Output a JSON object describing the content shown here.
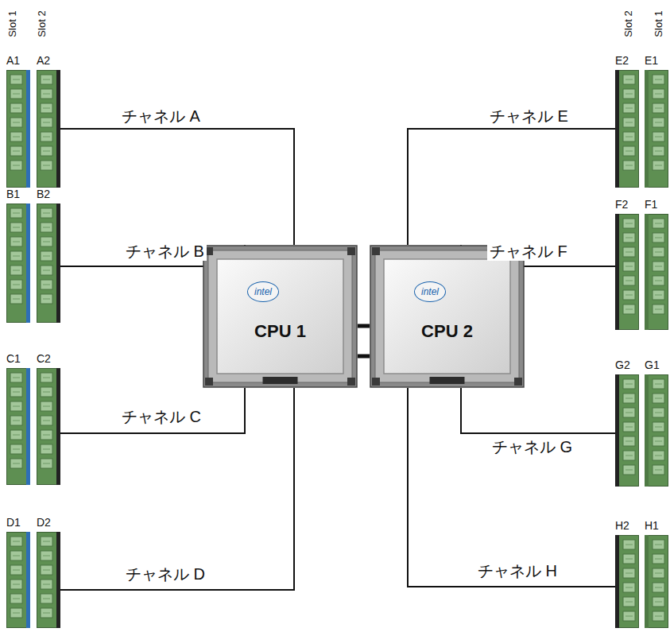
{
  "diagram": {
    "nodes": [
      {
        "text": [
          "A1"
        ]
      },
      {
        "text": [
          "A2"
        ]
      },
      {
        "text": [
          "B1"
        ]
      },
      {
        "text": [
          "B2"
        ]
      },
      {
        "text": [
          "C1"
        ]
      },
      {
        "text": [
          "C2"
        ]
      },
      {
        "text": [
          "D1"
        ]
      },
      {
        "text": [
          "D2"
        ]
      },
      {
        "text": [
          "intel",
          "CPU 1"
        ]
      },
      {
        "text": [
          "intel",
          "CPU 2"
        ]
      },
      {
        "text": [
          "E2"
        ]
      },
      {
        "text": [
          "E1"
        ]
      },
      {
        "text": [
          "F2"
        ]
      },
      {
        "text": [
          "F1"
        ]
      },
      {
        "text": [
          "G2"
        ]
      },
      {
        "text": [
          "G1"
        ]
      },
      {
        "text": [
          "H2"
        ]
      },
      {
        "text": [
          "H1"
        ]
      }
    ],
    "edges": [
      {
        "from": 8,
        "to": 1,
        "arrow": "none",
        "label": "チャネル A"
      },
      {
        "from": 8,
        "to": 3,
        "arrow": "none",
        "label": "チャネル B"
      },
      {
        "from": 8,
        "to": 5,
        "arrow": "none",
        "label": "チャネル C"
      },
      {
        "from": 8,
        "to": 7,
        "arrow": "none",
        "label": "チャネル D"
      },
      {
        "from": 8,
        "to": 9,
        "arrow": "none"
      },
      {
        "from": 8,
        "to": 9,
        "arrow": "none"
      },
      {
        "from": 9,
        "to": 10,
        "arrow": "none",
        "label": "チャネル E"
      },
      {
        "from": 9,
        "to": 12,
        "arrow": "none",
        "label": "チャネル F"
      },
      {
        "from": 9,
        "to": 14,
        "arrow": "none",
        "label": "チャネル G"
      },
      {
        "from": 9,
        "to": 16,
        "arrow": "none",
        "label": "チャネル H"
      }
    ],
    "labels": [
      "Slot 1",
      "Slot 2",
      "Slot 2",
      "Slot 1"
    ]
  }
}
